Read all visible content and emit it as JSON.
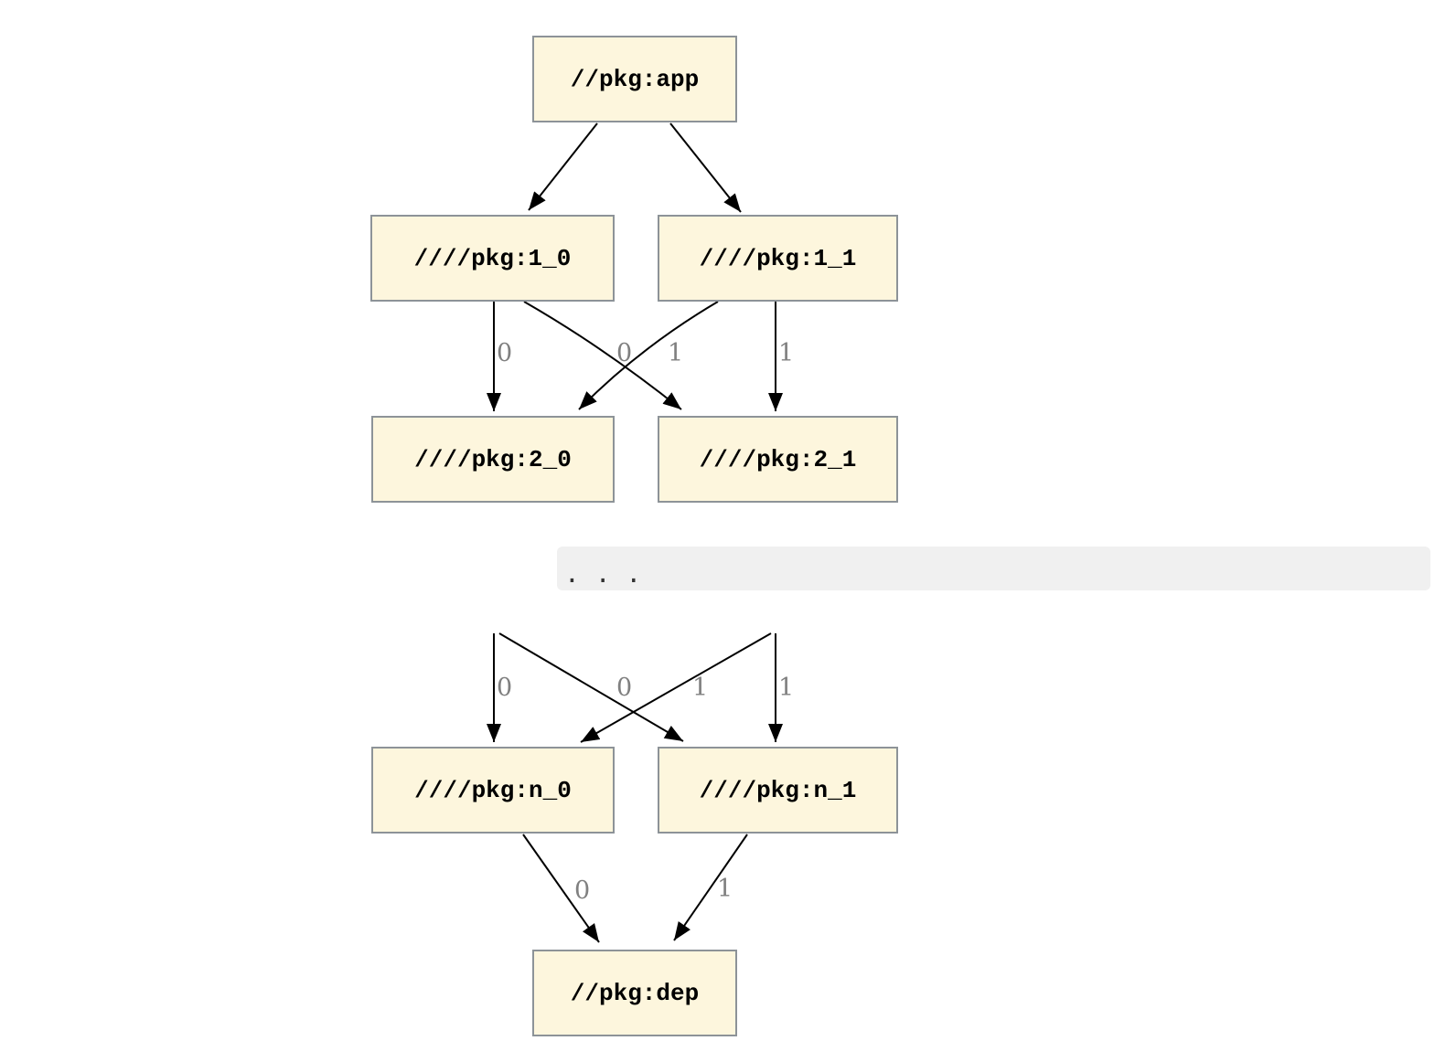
{
  "graph": {
    "nodes": {
      "app": {
        "label": "//pkg:app"
      },
      "l1_0": {
        "label": "////pkg:1_0"
      },
      "l1_1": {
        "label": "////pkg:1_1"
      },
      "l2_0": {
        "label": "////pkg:2_0"
      },
      "l2_1": {
        "label": "////pkg:2_1"
      },
      "ln_0": {
        "label": "////pkg:n_0"
      },
      "ln_1": {
        "label": "////pkg:n_1"
      },
      "dep": {
        "label": "//pkg:dep"
      }
    },
    "edges": [
      {
        "from": "//pkg:app",
        "to": "////pkg:1_0",
        "label": ""
      },
      {
        "from": "//pkg:app",
        "to": "////pkg:1_1",
        "label": ""
      },
      {
        "from": "////pkg:1_0",
        "to": "////pkg:2_0",
        "label": "0"
      },
      {
        "from": "////pkg:1_1",
        "to": "////pkg:2_0",
        "label": "0"
      },
      {
        "from": "////pkg:1_0",
        "to": "////pkg:2_1",
        "label": "1"
      },
      {
        "from": "////pkg:1_1",
        "to": "////pkg:2_1",
        "label": "1"
      },
      {
        "from": "…",
        "to": "////pkg:n_0",
        "label": "0"
      },
      {
        "from": "…",
        "to": "////pkg:n_0",
        "label": "0"
      },
      {
        "from": "…",
        "to": "////pkg:n_1",
        "label": "1"
      },
      {
        "from": "…",
        "to": "////pkg:n_1",
        "label": "1"
      },
      {
        "from": "////pkg:n_0",
        "to": "//pkg:dep",
        "label": "0"
      },
      {
        "from": "////pkg:n_1",
        "to": "//pkg:dep",
        "label": "1"
      }
    ],
    "ellipsis_text": ". . .",
    "colors": {
      "node_fill": "#fdf6dd",
      "node_border": "#8d9398",
      "edge": "#000000",
      "edge_label": "#808080",
      "band_background": "#f0f0f0",
      "ellipsis_color": "#333333"
    }
  }
}
